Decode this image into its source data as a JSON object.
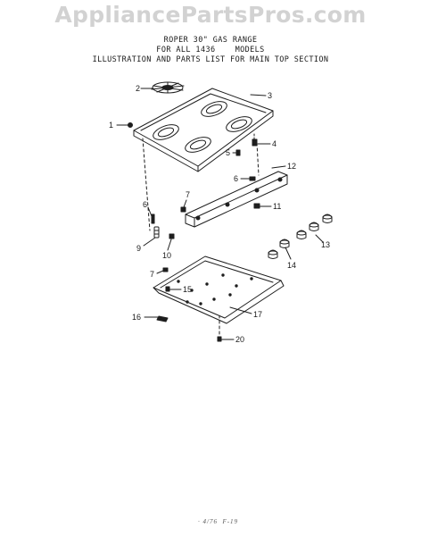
{
  "watermark": "AppliancePartsPros.com",
  "header": {
    "line1": "ROPER 30\" GAS RANGE",
    "line2": "FOR ALL 1436    MODELS",
    "line3": "ILLUSTRATION AND PARTS LIST FOR MAIN TOP SECTION"
  },
  "callouts": {
    "c1": "1",
    "c2": "2",
    "c3": "3",
    "c4": "4",
    "c5": "5",
    "c6a": "6",
    "c6b": "6",
    "c7a": "7",
    "c7b": "7",
    "c9": "9",
    "c10": "10",
    "c11": "11",
    "c12": "12",
    "c13": "13",
    "c14": "14",
    "c15": "15",
    "c16": "16",
    "c17": "17",
    "c20": "20"
  },
  "footer": "· 4/76  F-19"
}
